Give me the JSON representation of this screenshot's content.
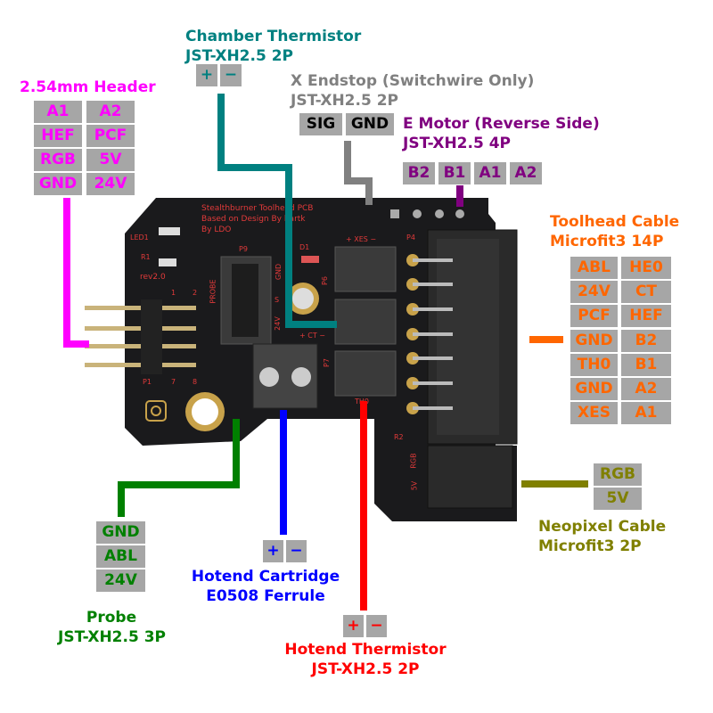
{
  "colors": {
    "chamber": "#008080",
    "header": "#ff00ff",
    "endstop": "#808080",
    "emotor": "#800080",
    "toolhead": "#ff6600",
    "neopixel": "#808000",
    "probe": "#008000",
    "cartridge": "#0000ff",
    "thermistor": "#ff0000"
  },
  "pcb": {
    "line1": "Stealthburner Toolhead PCB",
    "line2": "Based on Design By hartk",
    "line3": "By LDO",
    "led": "LED1",
    "r1": "R1",
    "rev": "rev2.0",
    "p9": "P9",
    "probe": "PROBE",
    "gnd": "GND",
    "s": "S",
    "v24": "24V",
    "d1": "D1",
    "xes": "+ XES −",
    "p6": "P6",
    "p4": "P4",
    "ct": "+ CT −",
    "p7": "P7",
    "th0": "TH0",
    "p1": "P1",
    "pin1": "1",
    "pin2": "2",
    "pin7": "7",
    "pin8": "8",
    "r2": "R2",
    "rgb": "RGB",
    "v5": "5V"
  },
  "chamber": {
    "title": "Chamber Thermistor",
    "sub": "JST-XH2.5 2P",
    "pins": [
      "+",
      "−"
    ]
  },
  "header": {
    "title": "2.54mm Header",
    "pins": [
      [
        "A1",
        "A2"
      ],
      [
        "HEF",
        "PCF"
      ],
      [
        "RGB",
        "5V"
      ],
      [
        "GND",
        "24V"
      ]
    ]
  },
  "endstop": {
    "title": "X Endstop (Switchwire Only)",
    "sub": "JST-XH2.5 2P",
    "pins": [
      "SIG",
      "GND"
    ]
  },
  "emotor": {
    "title": "E Motor (Reverse Side)",
    "sub": "JST-XH2.5 4P",
    "pins": [
      "B2",
      "B1",
      "A1",
      "A2"
    ]
  },
  "toolhead": {
    "title": "Toolhead Cable",
    "sub": "Microfit3 14P",
    "pins": [
      [
        "ABL",
        "HE0"
      ],
      [
        "24V",
        "CT"
      ],
      [
        "PCF",
        "HEF"
      ],
      [
        "GND",
        "B2"
      ],
      [
        "TH0",
        "B1"
      ],
      [
        "GND",
        "A2"
      ],
      [
        "XES",
        "A1"
      ]
    ]
  },
  "neopixel": {
    "title": "Neopixel Cable",
    "sub": "Microfit3 2P",
    "pins": [
      "RGB",
      "5V"
    ]
  },
  "probe": {
    "title": "Probe",
    "sub": "JST-XH2.5 3P",
    "pins": [
      "GND",
      "ABL",
      "24V"
    ]
  },
  "cartridge": {
    "title": "Hotend Cartridge",
    "sub": "E0508 Ferrule",
    "pins": [
      "+",
      "−"
    ]
  },
  "thermistor": {
    "title": "Hotend Thermistor",
    "sub": "JST-XH2.5 2P",
    "pins": [
      "+",
      "−"
    ]
  }
}
